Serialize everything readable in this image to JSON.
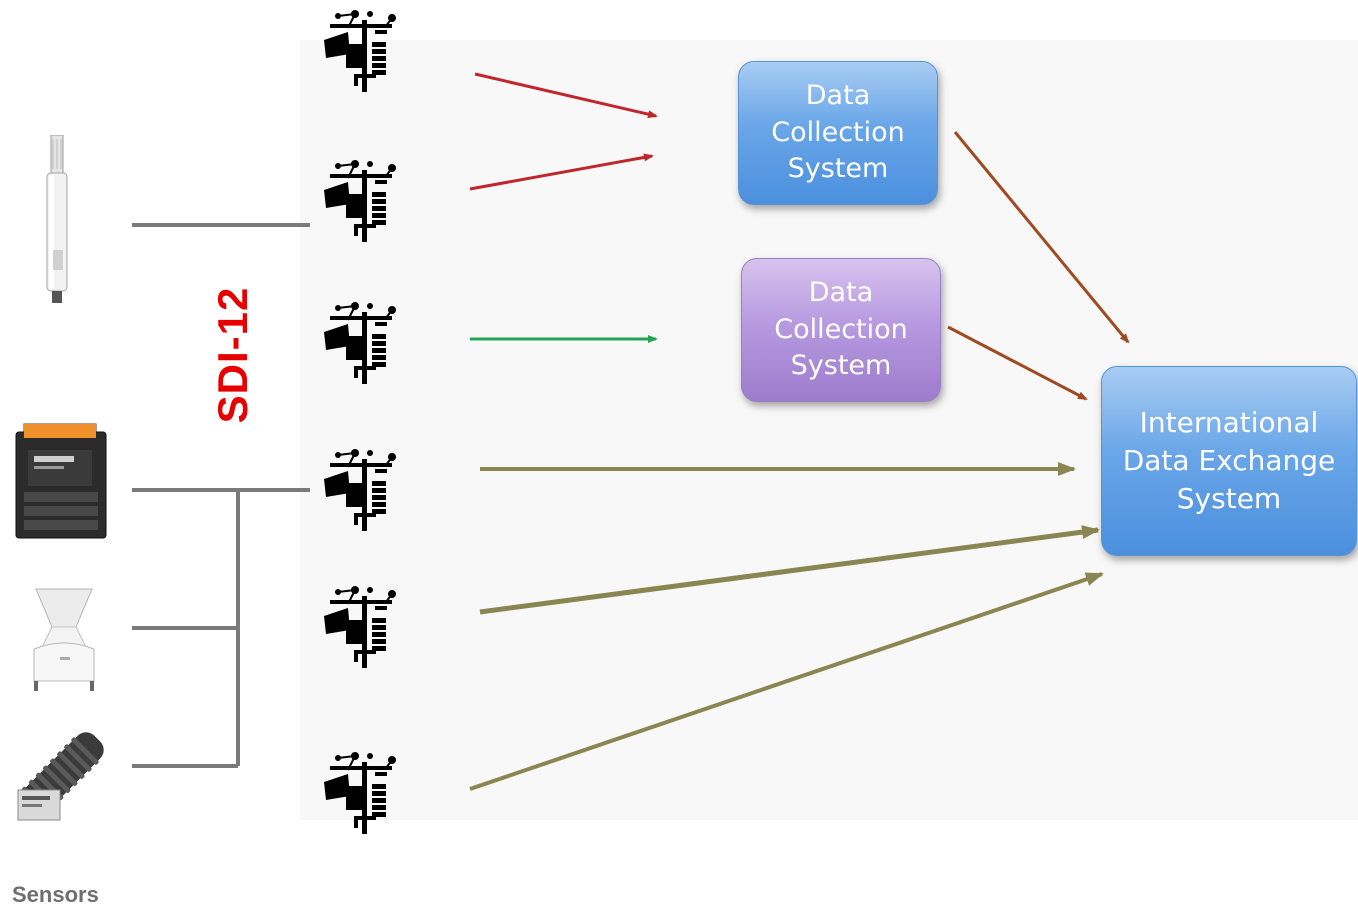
{
  "protocol_label": "SDI-12",
  "sensors_caption": "Sensors",
  "collection_box_1": {
    "text": "Data\nCollection\nSystem",
    "color": "#5d9be4"
  },
  "collection_box_2": {
    "text": "Data\nCollection\nSystem",
    "color": "#b093dc"
  },
  "exchange_box": {
    "text": "International\nData Exchange\nSystem",
    "color": "#5d9be4"
  },
  "link_colors": {
    "to_collection_1": "#c0262b",
    "to_collection_2": "#22a455",
    "to_exchange_direct": "#8a8651",
    "collection_to_exchange": "#a04a22",
    "sensor_wiring": "#7a7a7a"
  },
  "weather_stations": [
    {
      "name": "weather-station-icon"
    },
    {
      "name": "weather-station-icon"
    },
    {
      "name": "weather-station-icon"
    },
    {
      "name": "weather-station-icon"
    },
    {
      "name": "weather-station-icon"
    },
    {
      "name": "weather-station-icon"
    }
  ],
  "sensor_devices": [
    {
      "name": "probe-sensor-icon"
    },
    {
      "name": "datalogger-icon"
    },
    {
      "name": "rain-gauge-icon"
    },
    {
      "name": "soil-sensor-icon"
    }
  ]
}
